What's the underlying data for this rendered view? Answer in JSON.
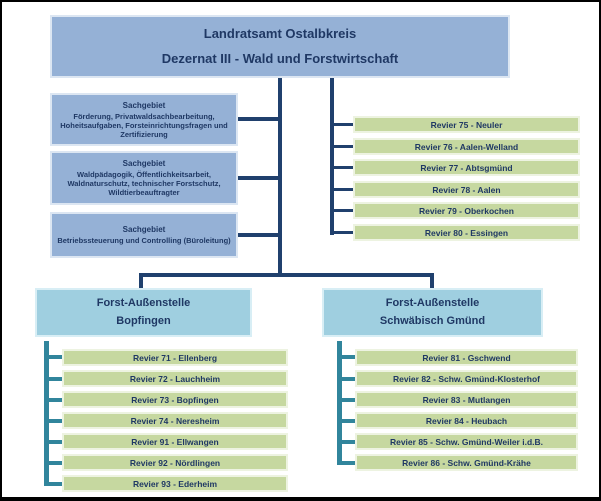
{
  "root_box": {
    "line1": "Landratsamt Ostalbkreis",
    "line2": "Dezernat III - Wald und Forstwirtschaft"
  },
  "sachgebiete": [
    {
      "heading": "Sachgebiet",
      "body": "Förderung, Privatwaldsachbearbeitung, Hoheitsaufgaben, Forsteinrichtungsfragen und Zertifizierung"
    },
    {
      "heading": "Sachgebiet",
      "body": "Waldpädagogik, Öffentlichkeitsarbeit, Waldnaturschutz, technischer Forstschutz, Wildtierbeauftragter"
    },
    {
      "heading": "Sachgebiet",
      "body": "Betriebssteuerung und Controlling (Büroleitung)"
    }
  ],
  "reviere_dezernat": [
    "Revier 75 - Neuler",
    "Revier 76 - Aalen-Welland",
    "Revier 77 - Abtsgmünd",
    "Revier 78 - Aalen",
    "Revier 79 - Oberkochen",
    "Revier 80 - Essingen"
  ],
  "aussenstelle_bopfingen": {
    "line1": "Forst-Außenstelle",
    "line2": "Bopfingen",
    "reviere": [
      "Revier 71 - Ellenberg",
      "Revier 72 - Lauchheim",
      "Revier 73 - Bopfingen",
      "Revier 74 - Neresheim",
      "Revier 91 - Ellwangen",
      "Revier 92 - Nördlingen",
      "Revier 93 - Ederheim"
    ]
  },
  "aussenstelle_gmuend": {
    "line1": "Forst-Außenstelle",
    "line2": "Schwäbisch Gmünd",
    "reviere": [
      "Revier 81 - Gschwend",
      "Revier 82 - Schw. Gmünd-Klosterhof",
      "Revier 83 - Mutlangen",
      "Revier 84 - Heubach",
      "Revier 85 - Schw. Gmünd-Weiler i.d.B.",
      "Revier 86 - Schw. Gmünd-Krähe"
    ]
  },
  "colors": {
    "blue_box": "#95b1d6",
    "green_box": "#c6d8a0",
    "cyan_box": "#9fcfe0",
    "navy_connector": "#20406d",
    "teal_connector": "#31859c",
    "text": "#1f3864",
    "frame": "#000000"
  }
}
